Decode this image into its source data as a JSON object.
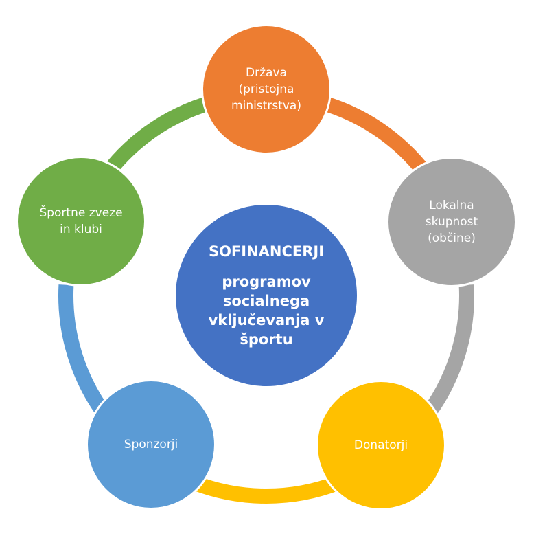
{
  "center": {
    "title": "SOFINANCERJI",
    "subtitle": "programov\nsocialnega\nvključevanja v\nšportu",
    "color": "#4472C4"
  },
  "nodes": [
    {
      "label": "Država\n(pristojna\nministrstva)",
      "color": "#ED7D31"
    },
    {
      "label": "Lokalna\nskupnost\n(občine)",
      "color": "#A5A5A5"
    },
    {
      "label": "Donatorji",
      "color": "#FFC000"
    },
    {
      "label": "Sponzorji",
      "color": "#5B9BD5"
    },
    {
      "label": "Športne zveze\nin klubi",
      "color": "#70AD47"
    }
  ]
}
